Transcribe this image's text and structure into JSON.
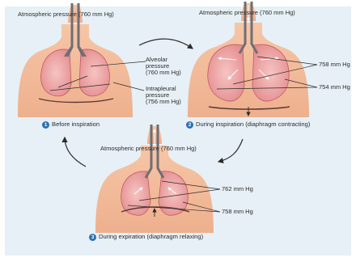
{
  "panel1": {
    "atm": "Atmospheric pressure (760 mm Hg)",
    "alveolar": [
      "Alveolar",
      "pressure",
      "(760 mm Hg)"
    ],
    "intrapleural": [
      "Intrapleural",
      "pressure",
      "(756 mm Hg)"
    ],
    "step": "1",
    "caption": "Before inspiration"
  },
  "panel2": {
    "atm": "Atmospheric pressure (760 mm Hg)",
    "alveolar": "758 mm Hg",
    "intrapleural": "754 mm Hg",
    "step": "2",
    "caption": "During inspiration (diaphragm contracting)"
  },
  "panel3": {
    "atm": "Atmospheric pressure (760 mm Hg)",
    "alveolar": "762 mm Hg",
    "intrapleural": "758 mm Hg",
    "step": "3",
    "caption": "During expiration (diaphragm relaxing)"
  },
  "colors": {
    "background": "#e6f0f6",
    "skin": "#f2b897",
    "lung": "#e99a98",
    "lung_outline": "#c45a63",
    "trachea": "#6f6e74",
    "arrow": "#2b2b2b",
    "badge": "#2f6fb0"
  }
}
